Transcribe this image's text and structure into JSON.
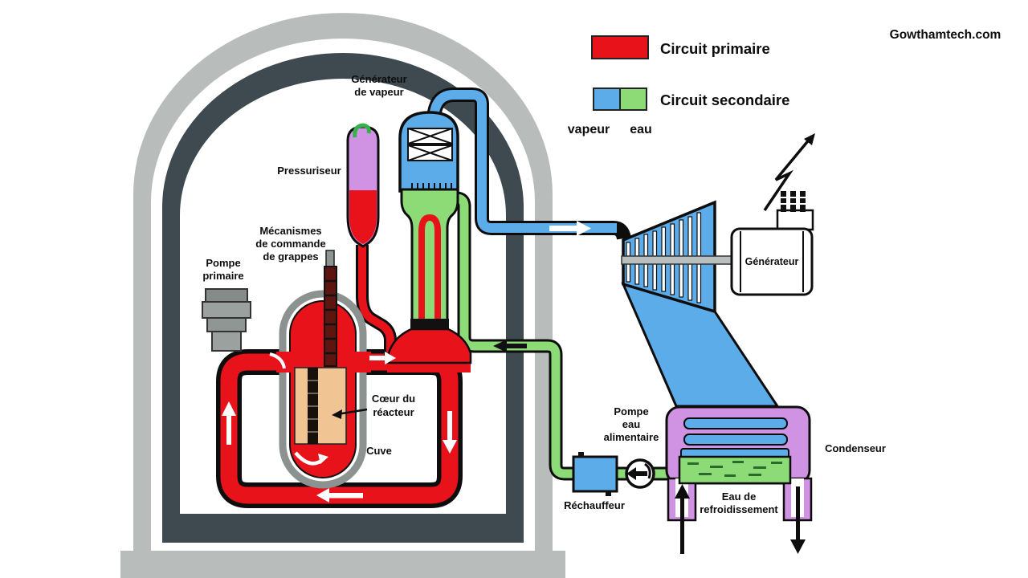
{
  "watermark": "Gowthamtech.com",
  "legend": {
    "primary_label": "Circuit primaire",
    "secondary_label": "Circuit secondaire",
    "steam_label": "vapeur",
    "water_label": "eau"
  },
  "labels": {
    "steam_generator": [
      "Générateur",
      "de vapeur"
    ],
    "pressurizer": "Pressuriseur",
    "rod_mechanisms": [
      "Mécanismes",
      "de commande",
      "de grappes"
    ],
    "primary_pump": [
      "Pompe",
      "primaire"
    ],
    "reactor_core": [
      "Cœur du",
      "réacteur"
    ],
    "vessel": "Cuve",
    "generator": "Générateur",
    "feedwater_pump": [
      "Pompe",
      "eau",
      "alimentaire"
    ],
    "reheater": "Réchauffeur",
    "condenser": "Condenseur",
    "cooling_water": [
      "Eau de",
      "refroidissement"
    ]
  },
  "colors": {
    "primary_red": "#e8121b",
    "steam_blue": "#5dacea",
    "water_green": "#8cdb77",
    "component_purple": "#d092e2",
    "core_tan": "#f1c593",
    "wall_dark": "#3e4a4f",
    "wall_light": "#b8bdbc",
    "metal_gray": "#9aa19e"
  }
}
